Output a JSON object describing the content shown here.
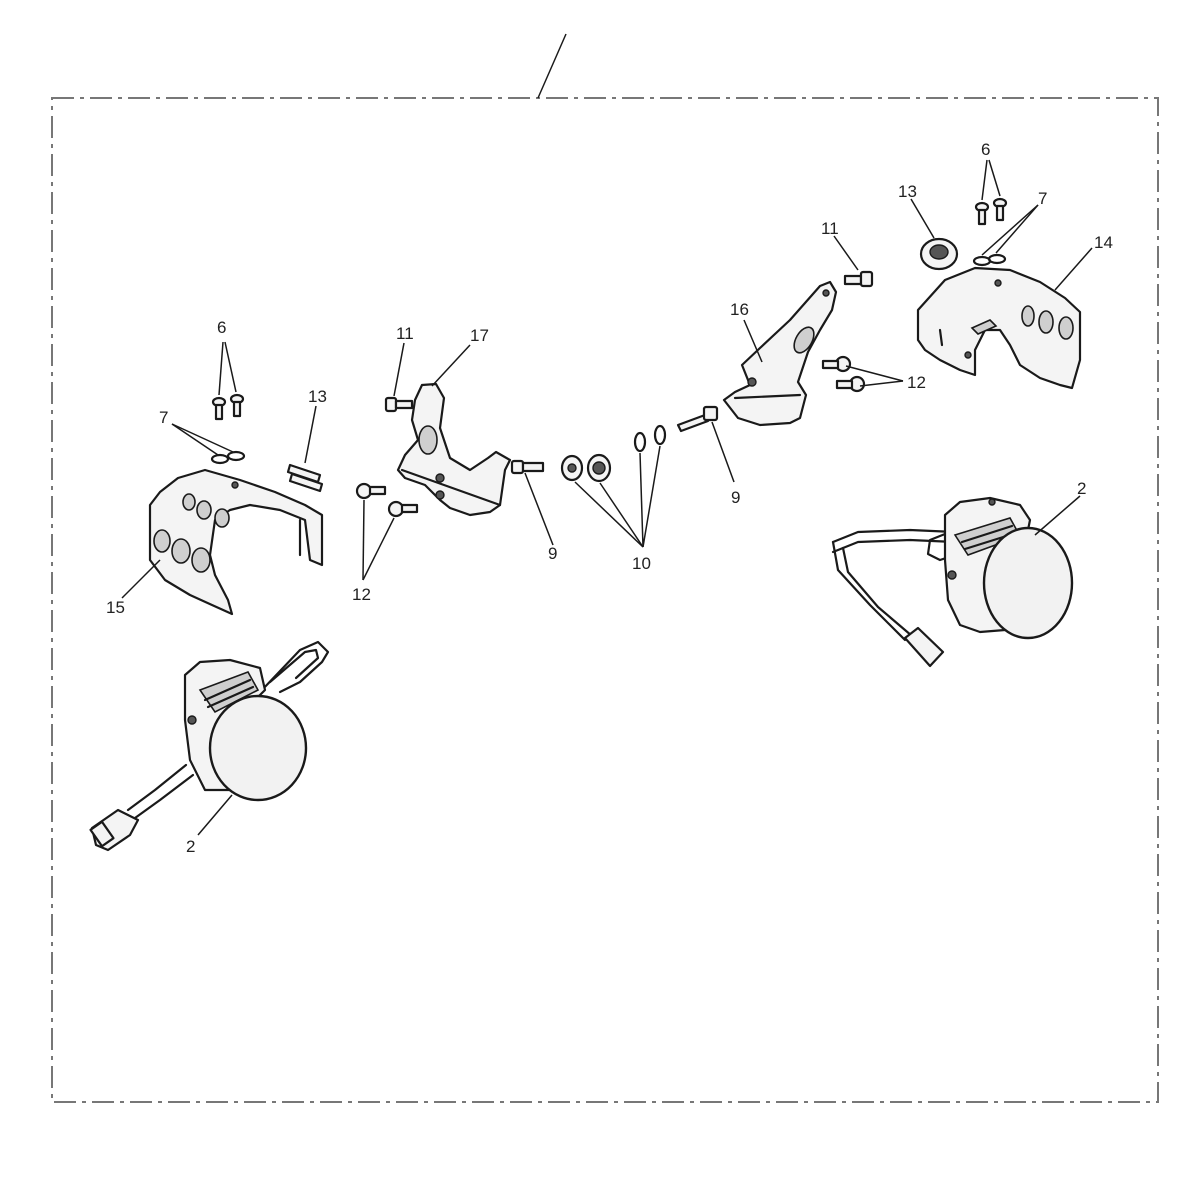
{
  "diagram": {
    "callouts": {
      "c2_left": "2",
      "c2_right": "2",
      "c6_left": "6",
      "c6_right": "6",
      "c7_left": "7",
      "c7_right": "7",
      "c9_left": "9",
      "c9_right": "9",
      "c10": "10",
      "c11_left": "11",
      "c11_right": "11",
      "c12_left": "12",
      "c12_right": "12",
      "c13_left": "13",
      "c13_right": "13",
      "c14": "14",
      "c15": "15",
      "c16": "16",
      "c17": "17"
    }
  }
}
